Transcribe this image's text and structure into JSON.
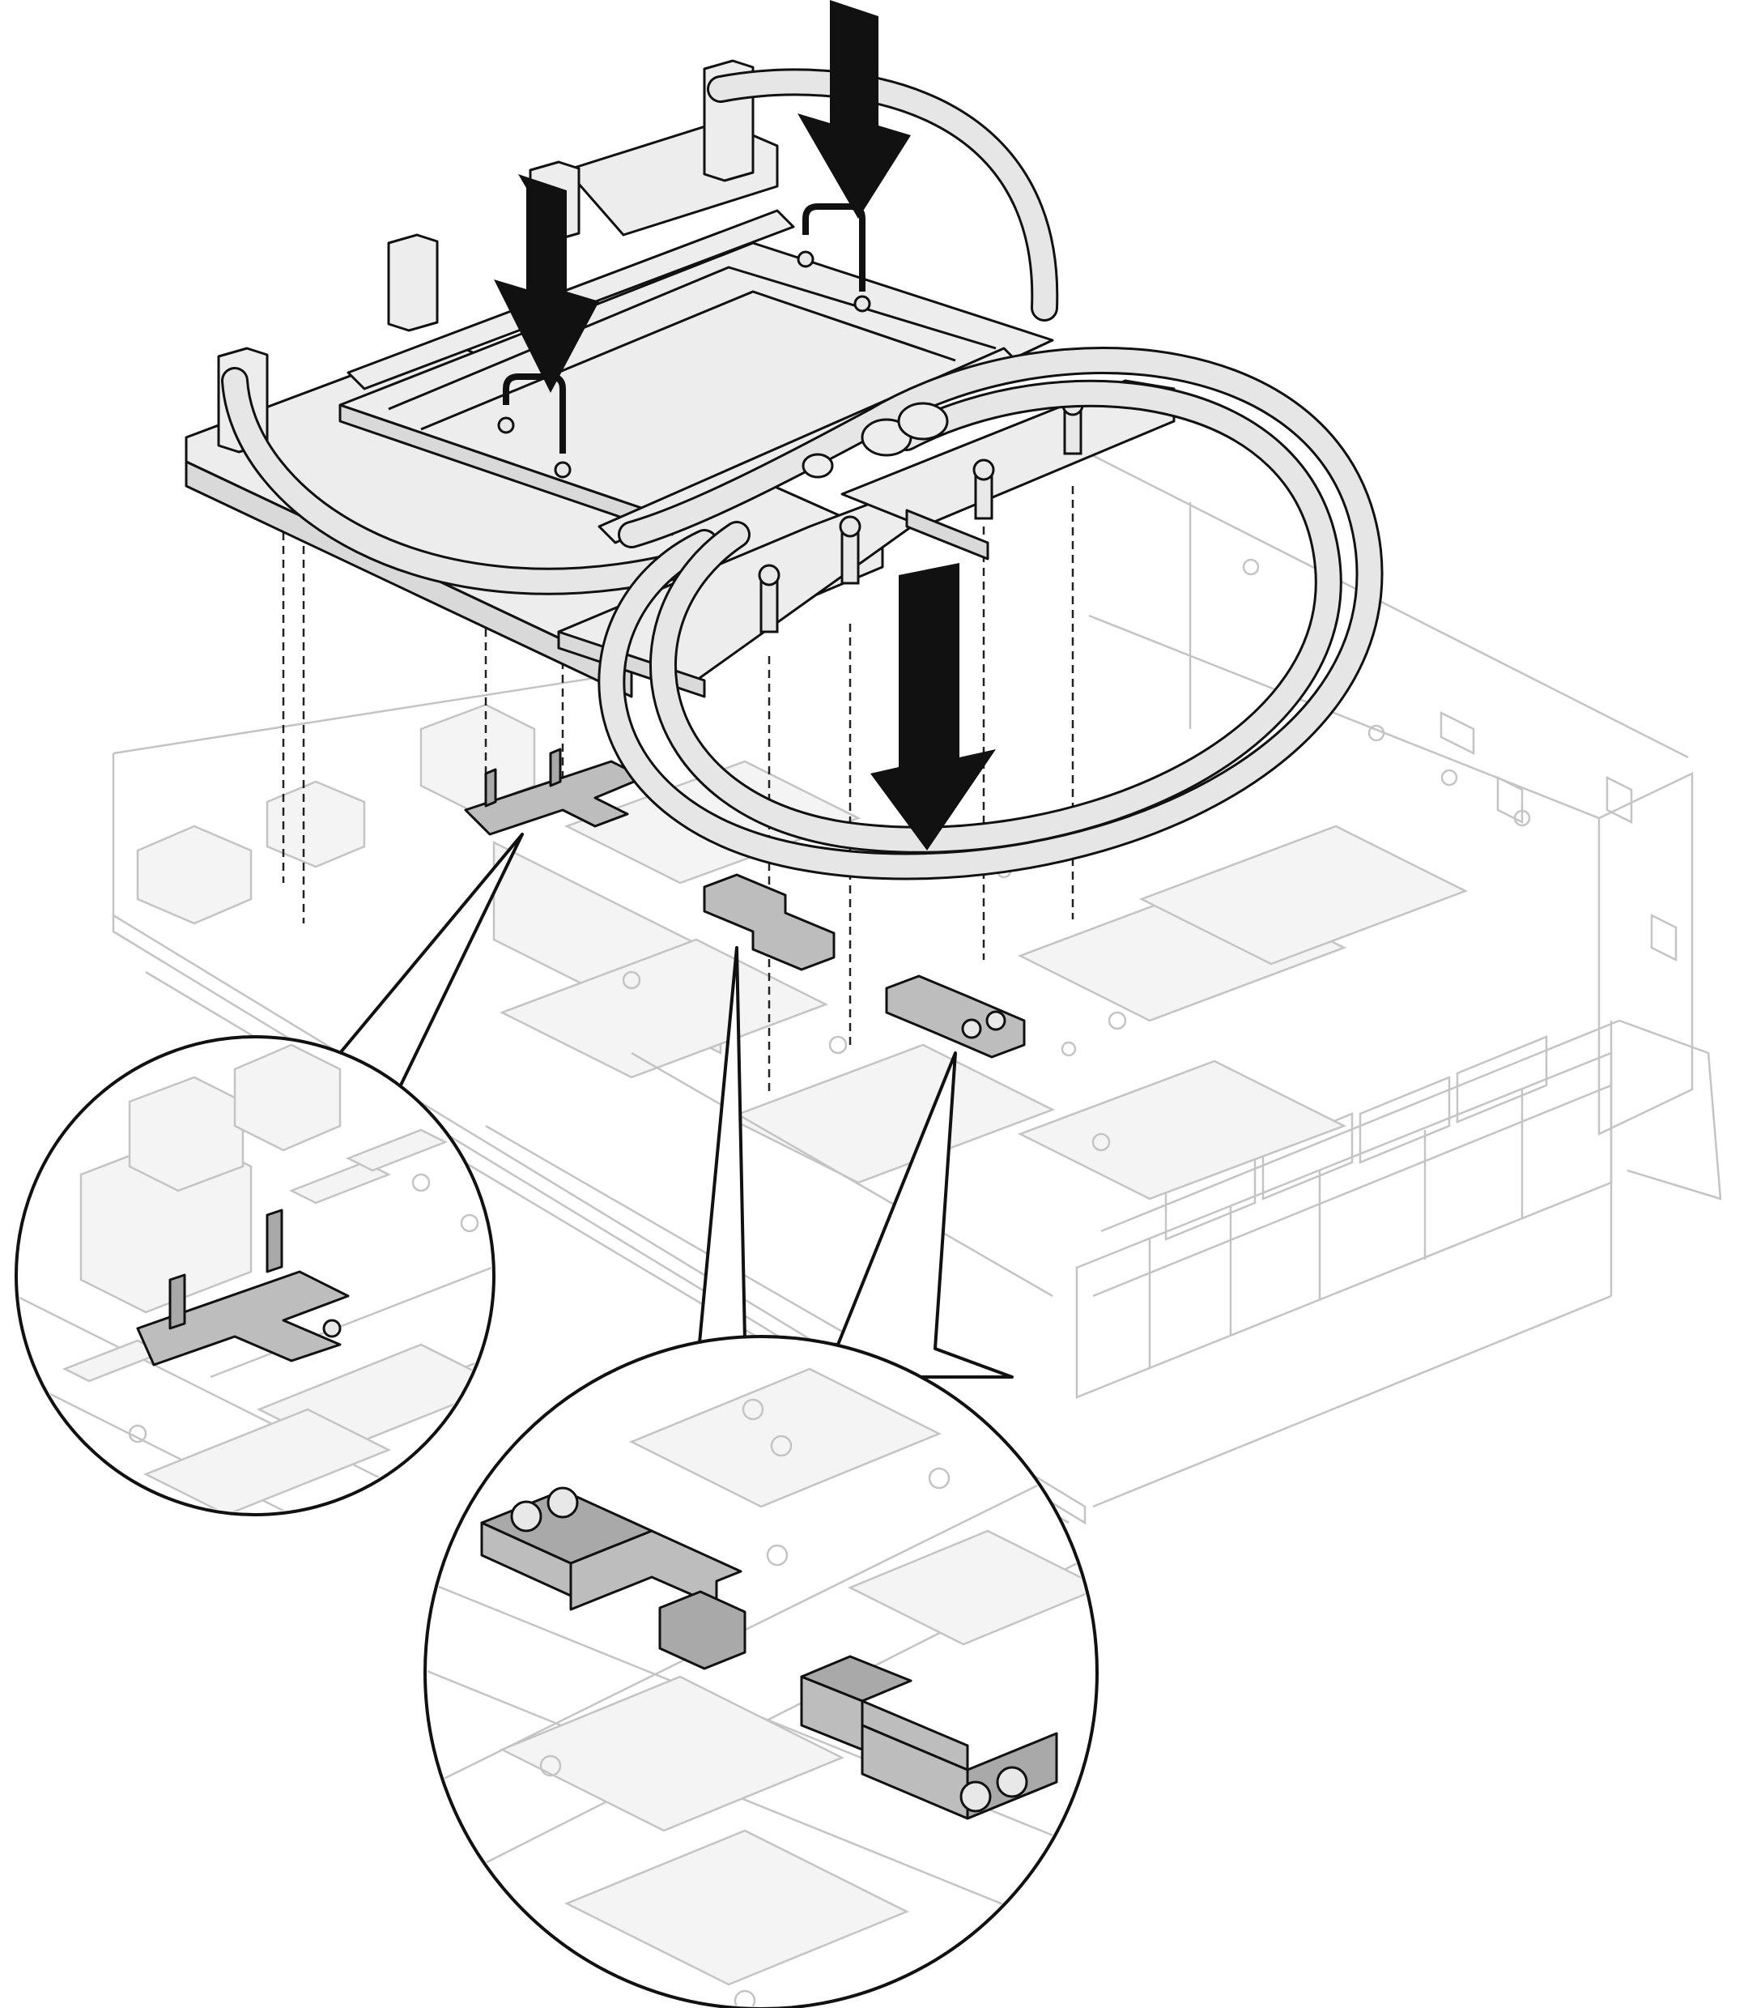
{
  "diagram": {
    "description_visible_text": "",
    "colors": {
      "outline": "#111111",
      "ghost_outline": "#c4c4c4",
      "bracket_fill": "#bdbdbd",
      "plate_fill": "#ededed"
    },
    "icons": [
      "down-arrow-icon",
      "down-arrow-icon",
      "down-arrow-icon"
    ],
    "components": [
      "cold-plate-assembly",
      "coolant-hose-loop",
      "guide-pin",
      "captive-screw",
      "hose-holder-bracket",
      "system-board",
      "chassis",
      "detail-callout-left",
      "detail-callout-bottom"
    ]
  }
}
